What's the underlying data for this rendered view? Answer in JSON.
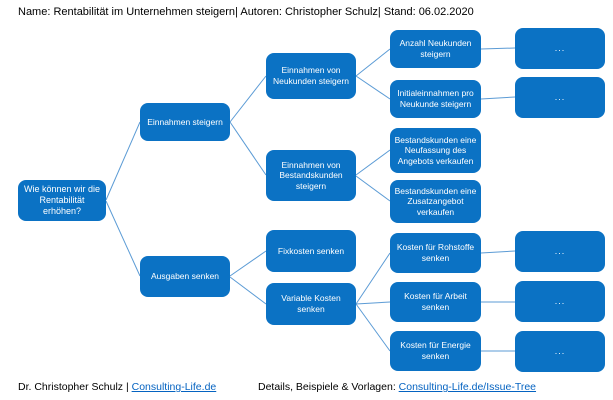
{
  "header": {
    "title": "Name: Rentabilität im Unternehmen steigern| Autoren: Christopher Schulz| Stand: 06.02.2020"
  },
  "tree": {
    "root": {
      "label": "Wie können wir die Rentabilität erhöhen?"
    },
    "level2": [
      {
        "label": "Einnahmen steigern"
      },
      {
        "label": "Ausgaben senken"
      }
    ],
    "level3": [
      {
        "label": "Einnahmen von Neukunden steigern"
      },
      {
        "label": "Einnahmen von Bestandskunden steigern"
      },
      {
        "label": "Fixkosten senken"
      },
      {
        "label": "Variable Kosten senken"
      }
    ],
    "level4": [
      {
        "label": "Anzahl Neukunden steigern"
      },
      {
        "label": "Initialeinnahmen pro Neukunde steigern"
      },
      {
        "label": "Bestandskunden eine Neufassung des Angebots verkaufen"
      },
      {
        "label": "Bestandskunden eine Zusatzangebot verkaufen"
      },
      {
        "label": "Kosten für Rohstoffe senken"
      },
      {
        "label": "Kosten für Arbeit senken"
      },
      {
        "label": "Kosten für Energie senken"
      }
    ],
    "level5": [
      {
        "label": "..."
      },
      {
        "label": "..."
      },
      {
        "label": "..."
      },
      {
        "label": "..."
      },
      {
        "label": "..."
      }
    ]
  },
  "footer": {
    "author_prefix": "Dr. Christopher Schulz | ",
    "author_link": "Consulting-Life.de",
    "details_prefix": "Details, Beispiele & Vorlagen: ",
    "details_link": "Consulting-Life.de/Issue-Tree"
  },
  "colors": {
    "node_fill": "#0b72c4",
    "connector": "#5b9bd5",
    "link_color": "#0563c1"
  }
}
